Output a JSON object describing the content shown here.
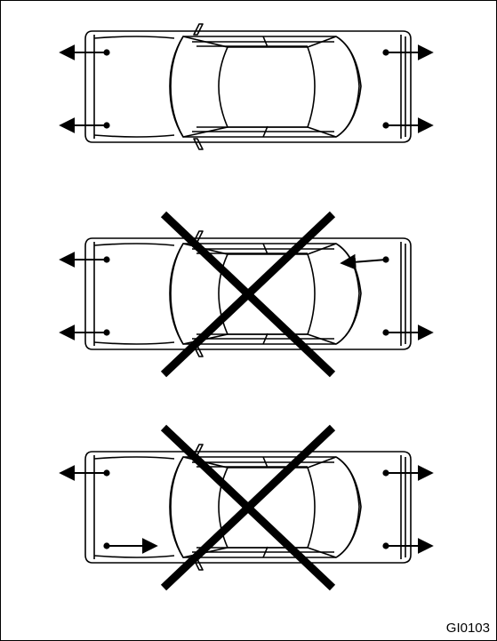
{
  "figure_code": "GI0103",
  "colors": {
    "line": "#000000",
    "background": "#ffffff"
  },
  "diagrams": [
    {
      "name": "correct-tie-down",
      "crossed_out": false,
      "arrows": [
        {
          "corner": "front-top",
          "direction": "outward"
        },
        {
          "corner": "front-bottom",
          "direction": "outward"
        },
        {
          "corner": "rear-top",
          "direction": "outward"
        },
        {
          "corner": "rear-bottom",
          "direction": "outward"
        }
      ]
    },
    {
      "name": "incorrect-tie-down-rear-inward",
      "crossed_out": true,
      "arrows": [
        {
          "corner": "front-top",
          "direction": "outward"
        },
        {
          "corner": "front-bottom",
          "direction": "outward"
        },
        {
          "corner": "rear-top",
          "direction": "inward"
        },
        {
          "corner": "rear-bottom",
          "direction": "outward"
        }
      ]
    },
    {
      "name": "incorrect-tie-down-front-inward",
      "crossed_out": true,
      "arrows": [
        {
          "corner": "front-top",
          "direction": "outward"
        },
        {
          "corner": "front-bottom",
          "direction": "inward"
        },
        {
          "corner": "rear-top",
          "direction": "outward"
        },
        {
          "corner": "rear-bottom",
          "direction": "outward"
        }
      ]
    }
  ]
}
